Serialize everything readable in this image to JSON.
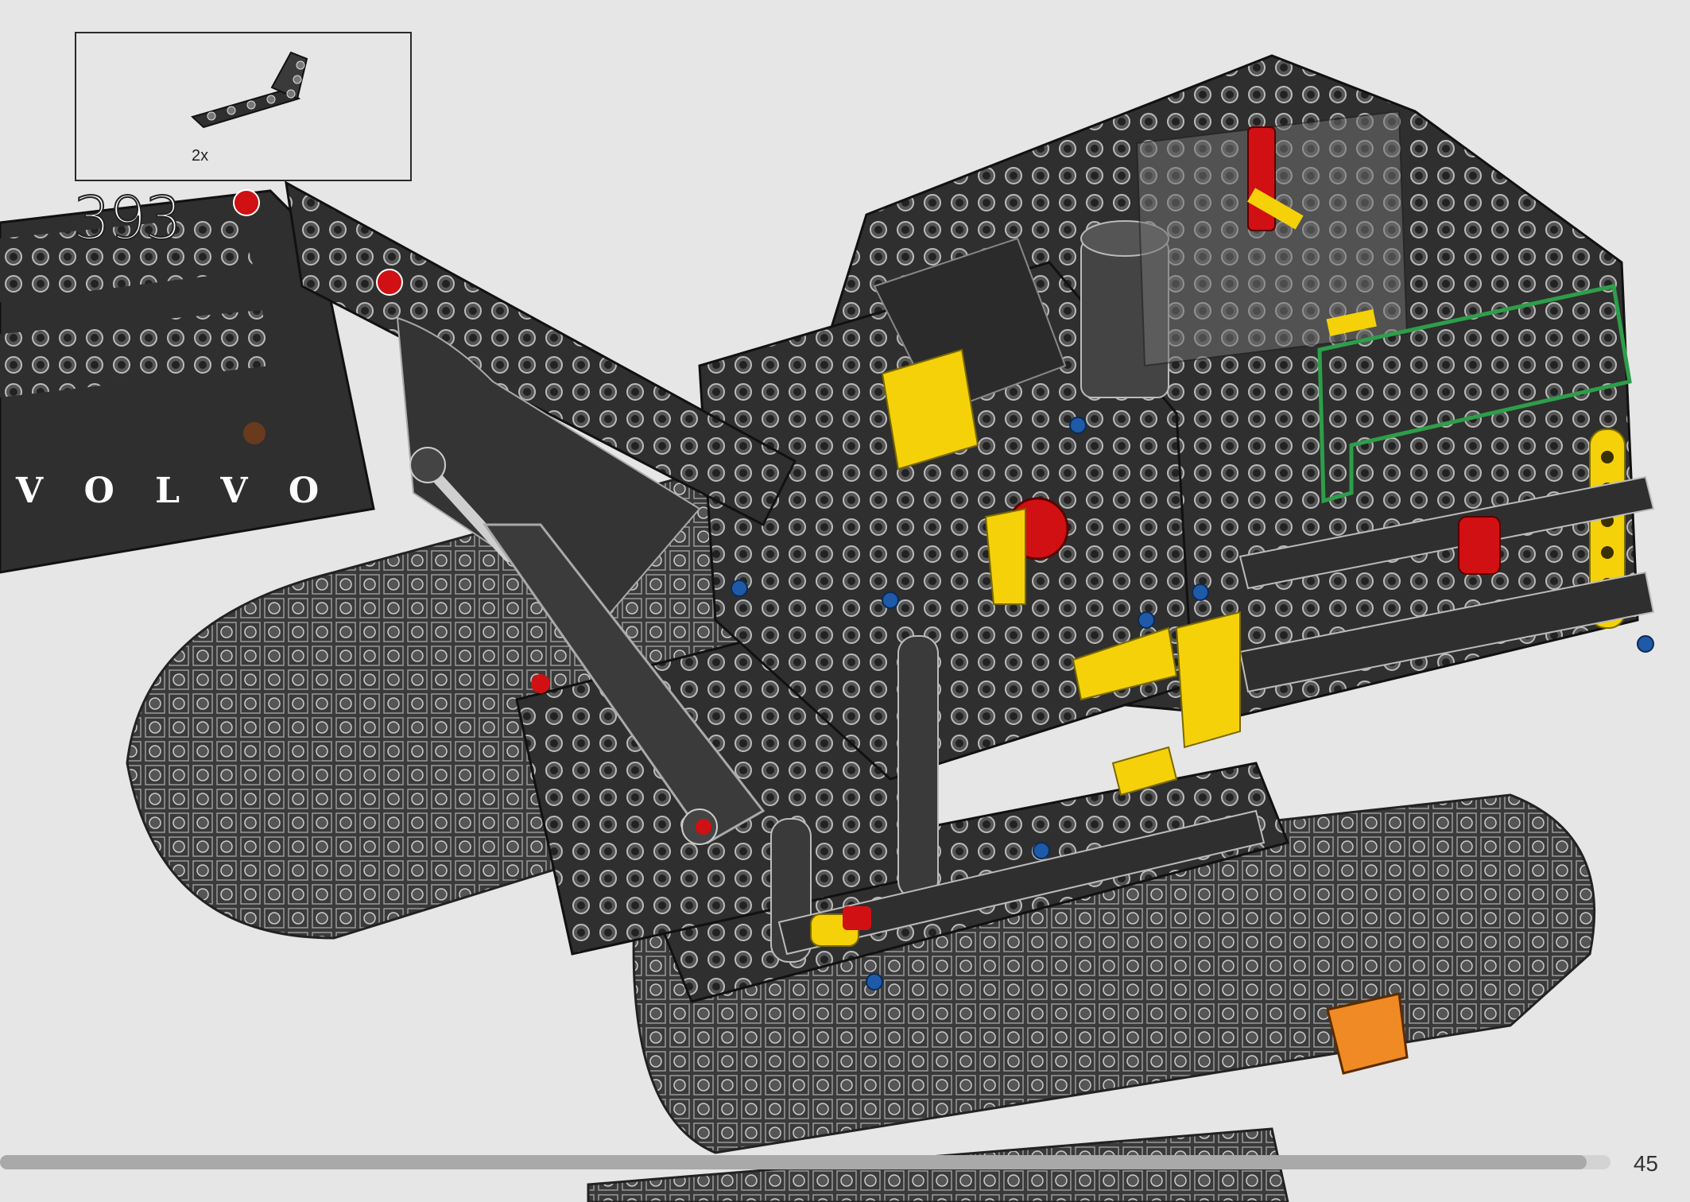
{
  "parts_callout": {
    "count_label": "2x",
    "part_icon": "technic-l-beam-icon"
  },
  "step": {
    "number": "393"
  },
  "model": {
    "boom_logo_text": "V O L V O"
  },
  "progress": {
    "fraction": 0.985
  },
  "page": {
    "number": "45"
  },
  "colors": {
    "background": "#e6e6e6",
    "brick_dark": "#2f2f2f",
    "brick_grey": "#8a8a8a",
    "accent_yellow": "#f5d10a",
    "accent_red": "#d01012",
    "accent_blue": "#1e5aa8",
    "accent_orange": "#f08a24",
    "highlight_green": "#2e9e4a"
  }
}
